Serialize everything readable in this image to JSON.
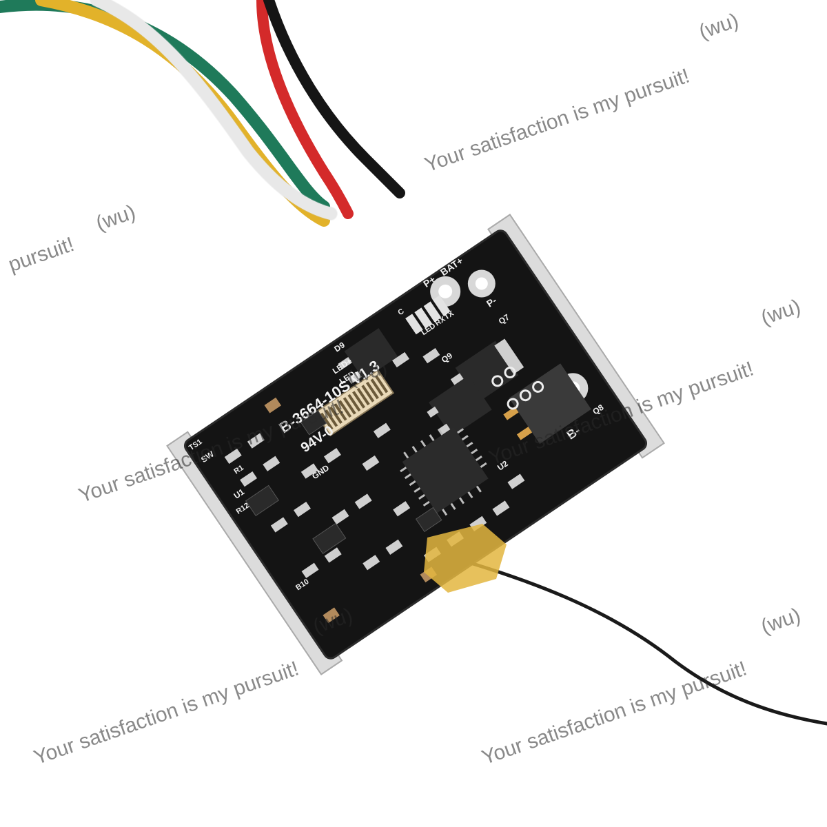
{
  "board": {
    "model": "B-3664-10S V1.3",
    "rating": "94V-0",
    "label_led_plus": "LED+",
    "label_led_minus": "LED-",
    "label_p_plus": "P+",
    "label_bat_plus": "BAT+",
    "label_p_minus": "P-",
    "label_b_minus": "B-",
    "label_c": "C",
    "label_led": "LED",
    "label_rx": "RX",
    "label_tx": "TX",
    "label_gnd": "GND",
    "label_sw": "SW",
    "label_q7": "Q7",
    "label_q8": "Q8",
    "label_q9": "Q9",
    "label_u1": "U1",
    "label_u2": "U2",
    "label_d9": "D9",
    "label_r1": "R1",
    "label_r12": "R12",
    "label_b10": "B10",
    "label_ts1": "TS1"
  },
  "watermarks": {
    "slogan": "Your satisfaction is my pursuit!",
    "fragment": "pursuit!",
    "tag": "(wu)"
  },
  "colors": {
    "pcb": "#141414",
    "wire_red": "#d42a2a",
    "wire_black": "#151515",
    "wire_green": "#1f7a5a",
    "wire_yellow": "#e2b22a",
    "wire_white": "#f4f4f4",
    "kapton_tape": "#e3b640",
    "nickel_strip": "#dcdcdc"
  }
}
